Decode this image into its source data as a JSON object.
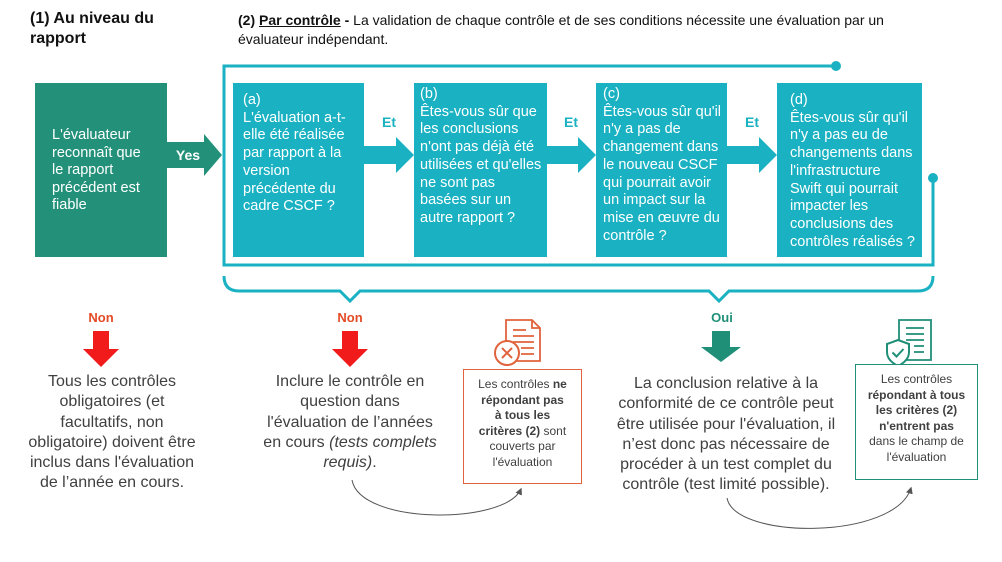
{
  "colors": {
    "report_green": "#23917a",
    "criteria_cyan": "#1ab2c3",
    "no_red": "#e34a26",
    "arrow_red": "#f21b1b",
    "yes_green": "#1f8f78",
    "note_orange": "#e0633d",
    "text_gray": "#404040"
  },
  "headers": {
    "report_level": "(1) Au niveau du\nrapport",
    "per_control": {
      "number": "(2) ",
      "title": "Par contrôle",
      "dash": " - ",
      "description": "La validation de chaque contrôle et de ses conditions nécessite une évaluation par un\névaluateur indépendant."
    }
  },
  "report_box": {
    "text": "L'évaluateur\nreconnaît que\nle rapport\nprécédent est\nfiable"
  },
  "yes_arrow": {
    "label": "Yes"
  },
  "criteria": [
    {
      "label": "(a)",
      "question": "L'évaluation a-t-\nelle été réalisée\npar rapport à la\nversion\nprécédente du\ncadre CSCF ?"
    },
    {
      "label": "(b)",
      "question": "Êtes-vous sûr que\nles conclusions\nn'ont pas déjà été\nutilisées et qu'elles\nne sont pas\nbasées sur un\nautre rapport ?"
    },
    {
      "label": "(c)",
      "question": "Êtes-vous sûr qu'il\nn'y a pas de\nchangement dans\nle nouveau CSCF\nqui pourrait avoir\nun impact sur la\nmise en œuvre du\ncontrôle ?"
    },
    {
      "label": "(d)",
      "question": "Êtes-vous sûr qu'il\nn'y a pas eu de\nchangements dans\nl'infrastructure\nSwift qui pourrait\nimpacter les\nconclusions des\ncontrôles réalisés ?"
    }
  ],
  "connectors": [
    {
      "label": "Et"
    },
    {
      "label": "Et"
    },
    {
      "label": "Et"
    }
  ],
  "outcomes": {
    "report_no": {
      "label": "Non",
      "text": "Tous les contrôles\nobligatoires (et\nfacultatifs, non\nobligatoire) doivent être\ninclus dans l'évaluation\nde l’année en cours."
    },
    "control_no": {
      "label": "Non",
      "text": "Inclure le contrôle en\nquestion dans\nl'évaluation de l’années\nen cours ",
      "italic": "(tests complets\nrequis)",
      "end": "."
    },
    "control_yes": {
      "label": "Oui",
      "text": "La conclusion relative à la\nconformité de ce contrôle peut\nêtre utilisée pour l'évaluation, il\nn’est donc pas nécessaire de\nprocéder à un test complet du\ncontrôle (test limité possible)."
    }
  },
  "notes": {
    "covered": {
      "icon": "document-x-icon",
      "before": "Les contrôles ",
      "bold": "ne\nrépondant pas\nà tous les\ncritères (2)",
      "after": " sont\ncouverts par\nl'évaluation"
    },
    "excluded": {
      "icon": "document-shield-check-icon",
      "before": "Les contrôles\n",
      "bold": "répondant à tous\nles critères (2)\nn'entrent pas",
      "after": "\ndans le champ de\nl'évaluation"
    }
  }
}
